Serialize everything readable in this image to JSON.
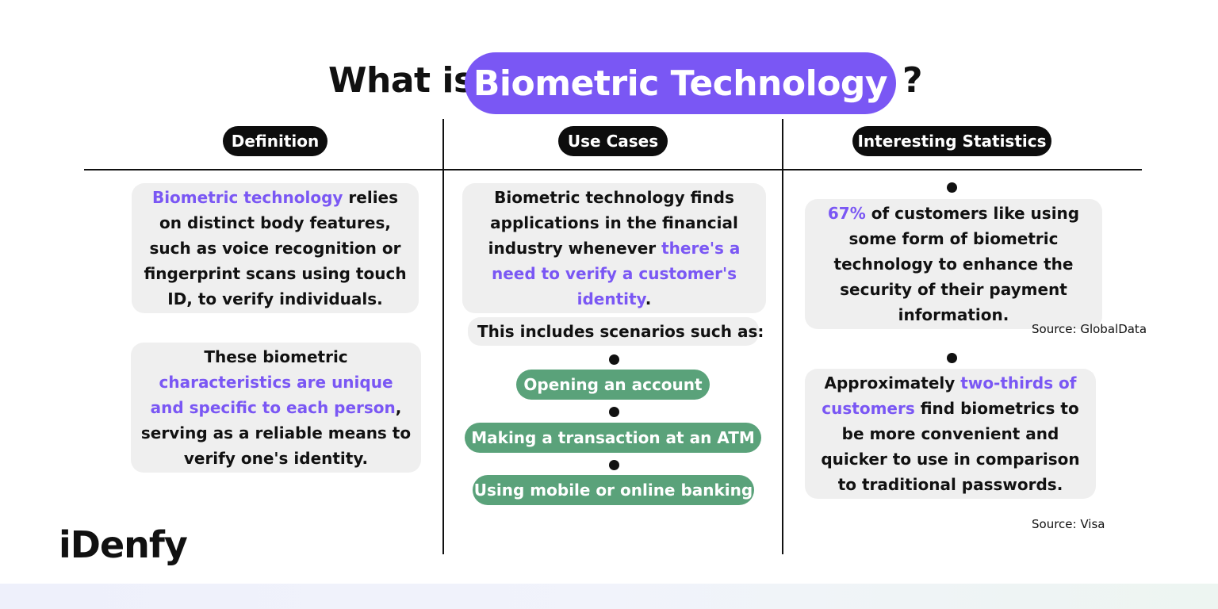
{
  "title": {
    "prefix": "What is",
    "highlight": "Biometric Technology",
    "suffix": "?"
  },
  "columns": {
    "definition": {
      "header": "Definition",
      "paragraph1": {
        "highlight": "Biometric technology",
        "rest": " relies on distinct body features, such as voice recognition or fingerprint scans using touch ID, to verify individuals."
      },
      "paragraph2": {
        "before": "These biometric ",
        "highlight": "characteristics are unique and specific to each person",
        "after": ", serving as a reliable means to verify one's identity."
      }
    },
    "use_cases": {
      "header": "Use Cases",
      "intro": {
        "before": "Biometric technology finds applications in the financial industry whenever ",
        "highlight": "there's a need to verify a customer's identity",
        "after": "."
      },
      "scenarios_label": "This includes scenarios such as:",
      "scenarios": [
        "Opening an account",
        "Making a transaction at an ATM",
        "Using mobile or online banking"
      ]
    },
    "statistics": {
      "header": "Interesting Statistics",
      "stat1": {
        "highlight": "67%",
        "rest": " of customers like using some form of biometric technology to enhance the security of their payment information.",
        "source": "Source: GlobalData"
      },
      "stat2": {
        "before": "Approximately ",
        "highlight": "two-thirds of customers",
        "after": " find biometrics to be more convenient and quicker to use in comparison to traditional passwords.",
        "source": "Source: Visa"
      }
    }
  },
  "logo": "iDenfy",
  "colors": {
    "accent": "#7a57f4",
    "green": "#5aa27a",
    "bubble": "#efefef",
    "dark": "#0d0d0d"
  }
}
